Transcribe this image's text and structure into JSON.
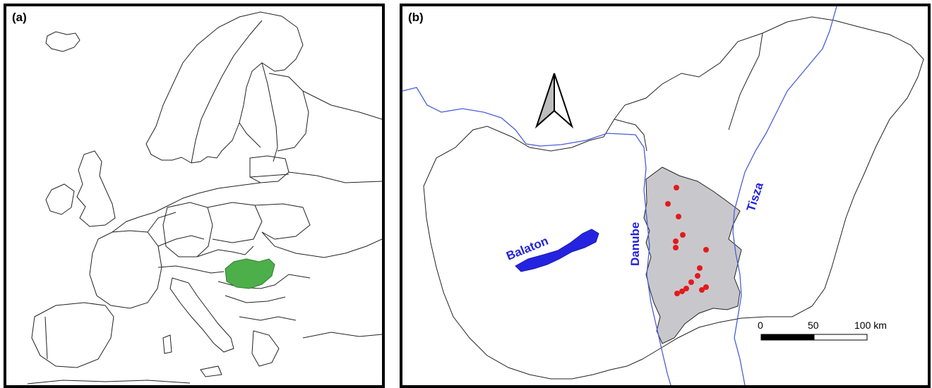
{
  "panels": {
    "a": {
      "label": "(a)"
    },
    "b": {
      "label": "(b)"
    }
  },
  "labels": {
    "lake": "Balaton",
    "river_danube": "Danube",
    "river_tisza": "Tisza"
  },
  "scale_bar": {
    "ticks": [
      "0",
      "50",
      "100 km"
    ],
    "unit": "km"
  },
  "colors": {
    "highlight_country": "#4daf4a",
    "lake": "#2424e0",
    "river": "#4a5fd6",
    "study_region": "#c8c8cc",
    "sample_sites": "#e31a1c",
    "borders": "#000000"
  },
  "icons": {
    "north_arrow": "north-arrow-icon"
  },
  "sample_site_count": 15
}
